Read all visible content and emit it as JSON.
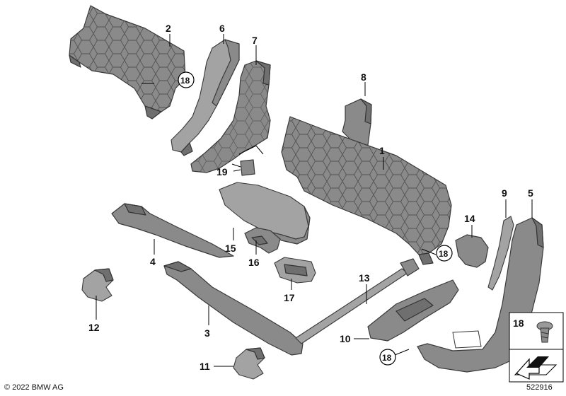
{
  "callouts": {
    "c1": "1",
    "c2": "2",
    "c3": "3",
    "c4": "4",
    "c5": "5",
    "c6": "6",
    "c7": "7",
    "c8": "8",
    "c9": "9",
    "c10": "10",
    "c11": "11",
    "c12": "12",
    "c13": "13",
    "c14": "14",
    "c15": "15",
    "c16": "16",
    "c17": "17",
    "c18a": "18",
    "c18b": "18",
    "c18c": "18",
    "c19": "19"
  },
  "legend": {
    "label": "18"
  },
  "footer": {
    "copyright": "© 2022 BMW AG",
    "diagram_id": "522916"
  }
}
